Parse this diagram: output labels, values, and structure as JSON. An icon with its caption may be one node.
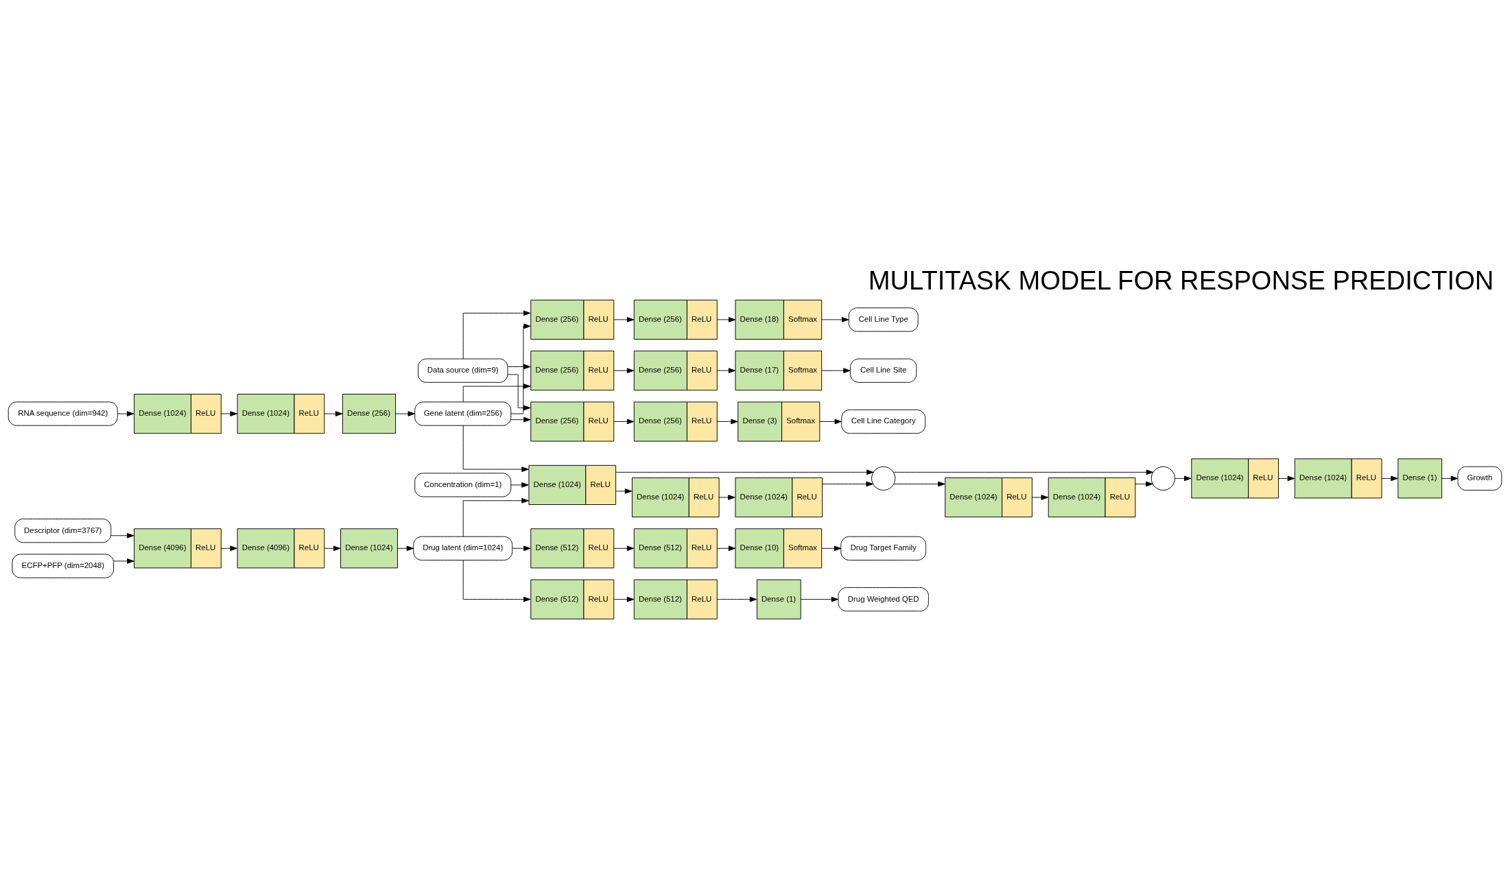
{
  "diagram": {
    "title": "MULTITASK MODEL FOR RESPONSE PREDICTION",
    "nodes": [
      {
        "text": [
          "RNA sequence (dim=942)"
        ]
      },
      {
        "text": [
          "Dense (1024)",
          "ReLU"
        ]
      },
      {
        "text": [
          "Dense (1024)",
          "ReLU"
        ]
      },
      {
        "text": [
          "Dense (256)"
        ]
      },
      {
        "text": [
          "Data source (dim=9)"
        ]
      },
      {
        "text": [
          "Gene latent (dim=256)"
        ]
      },
      {
        "text": [
          "Dense (256)",
          "ReLU"
        ]
      },
      {
        "text": [
          "Dense (256)",
          "ReLU"
        ]
      },
      {
        "text": [
          "Dense (18)",
          "Softmax"
        ]
      },
      {
        "text": [
          "Cell Line Type"
        ]
      },
      {
        "text": [
          "Dense (256)",
          "ReLU"
        ]
      },
      {
        "text": [
          "Dense (256)",
          "ReLU"
        ]
      },
      {
        "text": [
          "Dense (17)",
          "Softmax"
        ]
      },
      {
        "text": [
          "Cell Line Site"
        ]
      },
      {
        "text": [
          "Dense (256)",
          "ReLU"
        ]
      },
      {
        "text": [
          "Dense (256)",
          "ReLU"
        ]
      },
      {
        "text": [
          "Dense (3)",
          "Softmax"
        ]
      },
      {
        "text": [
          "Cell Line Category"
        ]
      },
      {
        "text": [
          "Concentration (dim=1)"
        ]
      },
      {
        "text": [
          "ECFP+PFP (dim=2048)"
        ]
      },
      {
        "text": [
          "Descriptor (dim=3767)"
        ]
      },
      {
        "text": [
          "Dense (4096)",
          "ReLU"
        ]
      },
      {
        "text": [
          "Dense (4096)",
          "ReLU"
        ]
      },
      {
        "text": [
          "Dense (1024)"
        ]
      },
      {
        "text": [
          "Drug latent (dim=1024)"
        ]
      },
      {
        "text": [
          "Dense (1024)",
          "ReLU"
        ]
      },
      {
        "text": [
          "Dense (1024)",
          "ReLU"
        ]
      },
      {
        "text": [
          "Dense (1024)",
          "ReLU"
        ]
      },
      {
        "text": [],
        "shape": "circle"
      },
      {
        "text": [
          "Dense (1024)",
          "ReLU"
        ]
      },
      {
        "text": [
          "Dense (1024)",
          "ReLU"
        ]
      },
      {
        "text": [],
        "shape": "circle"
      },
      {
        "text": [
          "Dense (1024)",
          "ReLU"
        ]
      },
      {
        "text": [
          "Dense (1024)",
          "ReLU"
        ]
      },
      {
        "text": [
          "Dense (1)"
        ]
      },
      {
        "text": [
          "Growth"
        ]
      },
      {
        "text": [
          "Dense (512)",
          "ReLU"
        ]
      },
      {
        "text": [
          "Dense (512)",
          "ReLU"
        ]
      },
      {
        "text": [
          "Dense (10)",
          "Softmax"
        ]
      },
      {
        "text": [
          "Drug Target Family"
        ]
      },
      {
        "text": [
          "Dense (512)",
          "ReLU"
        ]
      },
      {
        "text": [
          "Dense (512)",
          "ReLU"
        ]
      },
      {
        "text": [
          "Dense (1)"
        ]
      },
      {
        "text": [
          "Drug Weighted QED"
        ]
      }
    ],
    "edges": [
      {
        "from": 0,
        "to": 1,
        "arrow": "to"
      },
      {
        "from": 1,
        "to": 2,
        "arrow": "to"
      },
      {
        "from": 2,
        "to": 3,
        "arrow": "to"
      },
      {
        "from": 3,
        "to": 5,
        "arrow": "to"
      },
      {
        "from": 4,
        "to": 6,
        "arrow": "to"
      },
      {
        "from": 4,
        "to": 10,
        "arrow": "to"
      },
      {
        "from": 4,
        "to": 14,
        "arrow": "to"
      },
      {
        "from": 5,
        "to": 6,
        "arrow": "to"
      },
      {
        "from": 5,
        "to": 10,
        "arrow": "to"
      },
      {
        "from": 5,
        "to": 14,
        "arrow": "to"
      },
      {
        "from": 5,
        "to": 25,
        "arrow": "to"
      },
      {
        "from": 6,
        "to": 7,
        "arrow": "to"
      },
      {
        "from": 7,
        "to": 8,
        "arrow": "to"
      },
      {
        "from": 8,
        "to": 9,
        "arrow": "to"
      },
      {
        "from": 10,
        "to": 11,
        "arrow": "to"
      },
      {
        "from": 11,
        "to": 12,
        "arrow": "to"
      },
      {
        "from": 12,
        "to": 13,
        "arrow": "to"
      },
      {
        "from": 14,
        "to": 15,
        "arrow": "to"
      },
      {
        "from": 15,
        "to": 16,
        "arrow": "to"
      },
      {
        "from": 16,
        "to": 17,
        "arrow": "to"
      },
      {
        "from": 18,
        "to": 25,
        "arrow": "to"
      },
      {
        "from": 19,
        "to": 21,
        "arrow": "to"
      },
      {
        "from": 20,
        "to": 21,
        "arrow": "to"
      },
      {
        "from": 21,
        "to": 22,
        "arrow": "to"
      },
      {
        "from": 22,
        "to": 23,
        "arrow": "to"
      },
      {
        "from": 23,
        "to": 24,
        "arrow": "to"
      },
      {
        "from": 24,
        "to": 25,
        "arrow": "to"
      },
      {
        "from": 24,
        "to": 36,
        "arrow": "to"
      },
      {
        "from": 24,
        "to": 40,
        "arrow": "to"
      },
      {
        "from": 25,
        "to": 26,
        "arrow": "to"
      },
      {
        "from": 25,
        "to": 28,
        "arrow": "to"
      },
      {
        "from": 26,
        "to": 27,
        "arrow": "to"
      },
      {
        "from": 27,
        "to": 28,
        "arrow": "to"
      },
      {
        "from": 28,
        "to": 29,
        "arrow": "to"
      },
      {
        "from": 28,
        "to": 31,
        "arrow": "to"
      },
      {
        "from": 29,
        "to": 30,
        "arrow": "to"
      },
      {
        "from": 30,
        "to": 31,
        "arrow": "to"
      },
      {
        "from": 31,
        "to": 32,
        "arrow": "to"
      },
      {
        "from": 32,
        "to": 33,
        "arrow": "to"
      },
      {
        "from": 33,
        "to": 34,
        "arrow": "to"
      },
      {
        "from": 34,
        "to": 35,
        "arrow": "to"
      },
      {
        "from": 36,
        "to": 37,
        "arrow": "to"
      },
      {
        "from": 37,
        "to": 38,
        "arrow": "to"
      },
      {
        "from": 38,
        "to": 39,
        "arrow": "to"
      },
      {
        "from": 40,
        "to": 41,
        "arrow": "to"
      },
      {
        "from": 41,
        "to": 42,
        "arrow": "to"
      },
      {
        "from": 42,
        "to": 43,
        "arrow": "to"
      }
    ]
  }
}
